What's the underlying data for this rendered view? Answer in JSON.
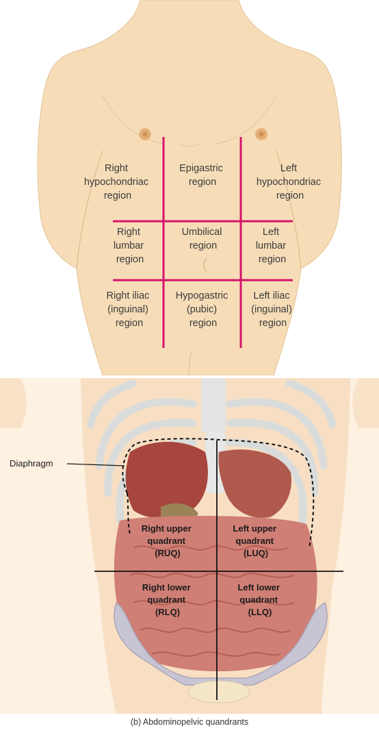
{
  "regions_panel": {
    "line_color": "#d6136b",
    "skin_color": "#f6ddb8",
    "labels": {
      "right_hypochondriac": [
        "Right",
        "hypochondriac",
        "region"
      ],
      "epigastric": [
        "Epigastric",
        "region"
      ],
      "left_hypochondriac": [
        "Left",
        "hypochondriac",
        "region"
      ],
      "right_lumbar": [
        "Right",
        "lumbar",
        "region"
      ],
      "umbilical": [
        "Umbilical",
        "region"
      ],
      "left_lumbar": [
        "Left",
        "lumbar",
        "region"
      ],
      "right_iliac": [
        "Right iliac",
        "(inguinal)",
        "region"
      ],
      "hypogastric": [
        "Hypogastric",
        "(pubic)",
        "region"
      ],
      "left_iliac": [
        "Left iliac",
        "(inguinal)",
        "region"
      ]
    }
  },
  "quadrants_panel": {
    "diaphragm_label": "Diaphragm",
    "labels": {
      "ruq": [
        "Right upper",
        "quadrant",
        "(RUQ)"
      ],
      "luq": [
        "Left upper",
        "quadrant",
        "(LUQ)"
      ],
      "rlq": [
        "Right lower",
        "quadrant",
        "(RLQ)"
      ],
      "llq": [
        "Left lower",
        "quadrant",
        "(LLQ)"
      ]
    },
    "caption": "(b) Abdominopelvic quandrants"
  }
}
